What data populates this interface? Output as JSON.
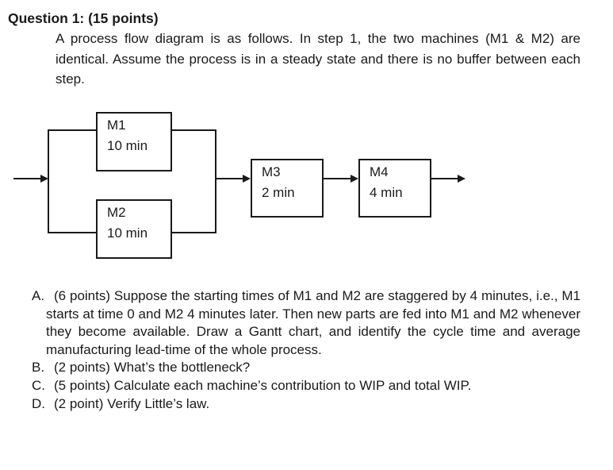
{
  "title": "Question 1: (15 points)",
  "intro": "A process flow diagram is as follows. In step 1, the two machines (M1 & M2) are identical. Assume the process is in a steady state and there is no buffer between each step.",
  "diagram": {
    "boxes": [
      {
        "id": "m1",
        "label": "M1",
        "time": "10 min"
      },
      {
        "id": "m2",
        "label": "M2",
        "time": "10 min"
      },
      {
        "id": "m3",
        "label": "M3",
        "time": "2 min"
      },
      {
        "id": "m4",
        "label": "M4",
        "time": "4 min"
      }
    ],
    "flow": "input splits to M1 and M2 in parallel, merges, then M3, then M4, then output",
    "line_color": "#1a1a1a"
  },
  "questions": [
    {
      "marker": "A.",
      "text": "(6 points) Suppose the starting times of M1 and M2 are staggered by 4 minutes, i.e., M1 starts at time 0 and M2 4 minutes later. Then new parts are fed into M1 and M2 whenever they become available. Draw a Gantt chart, and identify the cycle time and average manufacturing lead-time of the whole process."
    },
    {
      "marker": "B.",
      "text": "(2 points) What’s the bottleneck?"
    },
    {
      "marker": "C.",
      "text": "(5 points) Calculate each machine’s contribution to WIP and total WIP."
    },
    {
      "marker": "D.",
      "text": "(2 point) Verify Little’s law."
    }
  ]
}
